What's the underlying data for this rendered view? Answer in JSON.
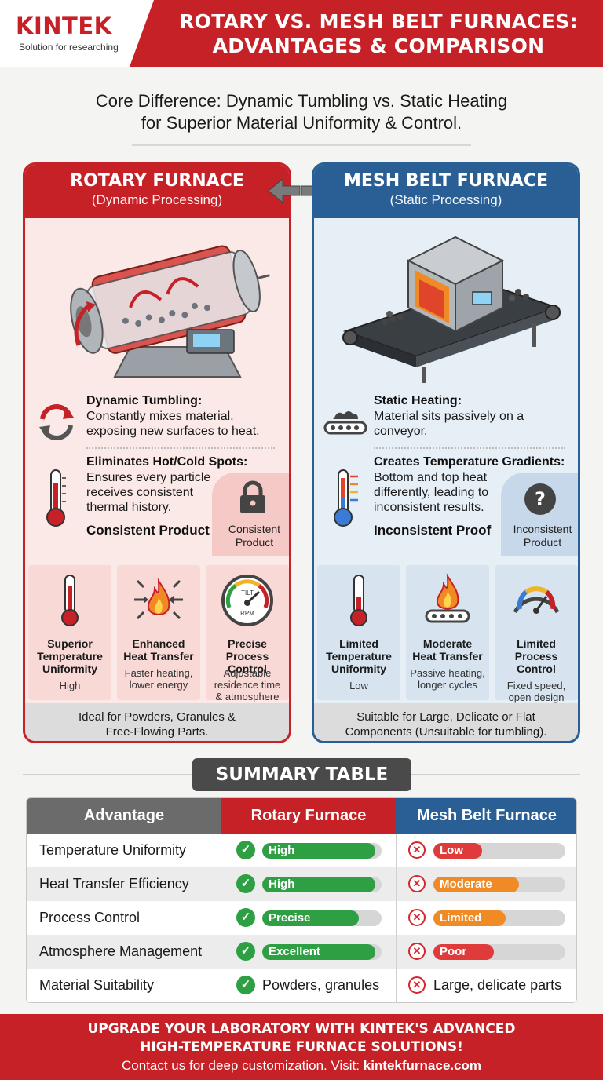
{
  "header": {
    "logo_name": "KINTEK",
    "logo_tagline": "Solution for researching",
    "title_line1": "ROTARY VS. MESH BELT FURNACES:",
    "title_line2": "ADVANTAGES & COMPARISON"
  },
  "intro": {
    "line1": "Core Difference: Dynamic Tumbling vs. Static Heating",
    "line2": "for Superior Material Uniformity & Control."
  },
  "rotary": {
    "title": "ROTARY FURNACE",
    "subtitle": "(Dynamic Processing)",
    "feature1_title": "Dynamic Tumbling:",
    "feature1_desc1": "Constantly mixes material,",
    "feature1_desc2": "exposing new surfaces to heat.",
    "feature2_title": "Eliminates Hot/Cold Spots:",
    "feature2_desc1": "Ensures every particle",
    "feature2_desc2": "receives consistent",
    "feature2_desc3": "thermal history.",
    "result": "Consistent Product",
    "badge_line1": "Consistent",
    "badge_line2": "Product",
    "gauge_top": "TILT",
    "gauge_bottom": "RPM",
    "cards": [
      {
        "t1": "Superior",
        "t2": "Temperature",
        "t3": "Uniformity",
        "n1": "High",
        "n2": ""
      },
      {
        "t1": "Enhanced",
        "t2": "Heat Transfer",
        "t3": "",
        "n1": "Faster heating,",
        "n2": "lower energy"
      },
      {
        "t1": "Precise",
        "t2": "Process Control",
        "t3": "",
        "n1": "Adjustable",
        "n2": "residence time",
        "n3": "& atmosphere"
      }
    ],
    "footer_line1": "Ideal for Powders, Granules &",
    "footer_line2": "Free-Flowing Parts."
  },
  "mesh": {
    "title": "MESH BELT FURNACE",
    "subtitle": "(Static Processing)",
    "feature1_title": "Static Heating:",
    "feature1_desc1": "Material sits passively on a",
    "feature1_desc2": "conveyor.",
    "feature2_title": "Creates Temperature Gradients:",
    "feature2_desc1": "Bottom and top heat",
    "feature2_desc2": "differently, leading to",
    "feature2_desc3": "inconsistent results.",
    "result": "Inconsistent Proof",
    "badge_line1": "Inconsistent",
    "badge_line2": "Product",
    "cards": [
      {
        "t1": "Limited",
        "t2": "Temperature",
        "t3": "Uniformity",
        "n1": "Low",
        "n2": ""
      },
      {
        "t1": "Moderate",
        "t2": "Heat Transfer",
        "t3": "",
        "n1": "Passive heating,",
        "n2": "longer cycles"
      },
      {
        "t1": "Limited",
        "t2": "Process",
        "t3": "Control",
        "n1": "Fixed speed,",
        "n2": "open design"
      }
    ],
    "footer_line1": "Suitable for Large, Delicate or Flat",
    "footer_line2": "Components (Unsuitable for tumbling)."
  },
  "summary": {
    "badge": "SUMMARY TABLE",
    "headers": [
      "Advantage",
      "Rotary Furnace",
      "Mesh Belt Furnace"
    ],
    "rows": [
      {
        "advantage": "Temperature Uniformity",
        "rotary": "High",
        "rotary_level": 0.95,
        "mesh": "Low",
        "mesh_level": 0.37
      },
      {
        "advantage": "Heat Transfer Efficiency",
        "rotary": "High",
        "rotary_level": 0.95,
        "mesh": "Moderate",
        "mesh_level": 0.65
      },
      {
        "advantage": "Process Control",
        "rotary": "Precise",
        "rotary_level": 0.81,
        "mesh": "Limited",
        "mesh_level": 0.55
      },
      {
        "advantage": "Atmosphere Management",
        "rotary": "Excellent",
        "rotary_level": 0.95,
        "mesh": "Poor",
        "mesh_level": 0.46
      },
      {
        "advantage": "Material Suitability",
        "rotary": "Powders, granules",
        "mesh": "Large, delicate parts"
      }
    ],
    "colors": {
      "rotary_head": "#c62127",
      "mesh_head": "#2a5f96",
      "adv_head": "#6b6b6b",
      "good": "#2ea043",
      "poor_red": "#e03b3b",
      "poor_orange": "#f08a24"
    }
  },
  "footer": {
    "line1": "UPGRADE YOUR LABORATORY WITH KINTEK'S ADVANCED",
    "line2": "HIGH-TEMPERATURE FURNACE SOLUTIONS!",
    "line3_prefix": "Contact us for deep customization. Visit:",
    "line3_site": "kintekfurnace.com"
  }
}
